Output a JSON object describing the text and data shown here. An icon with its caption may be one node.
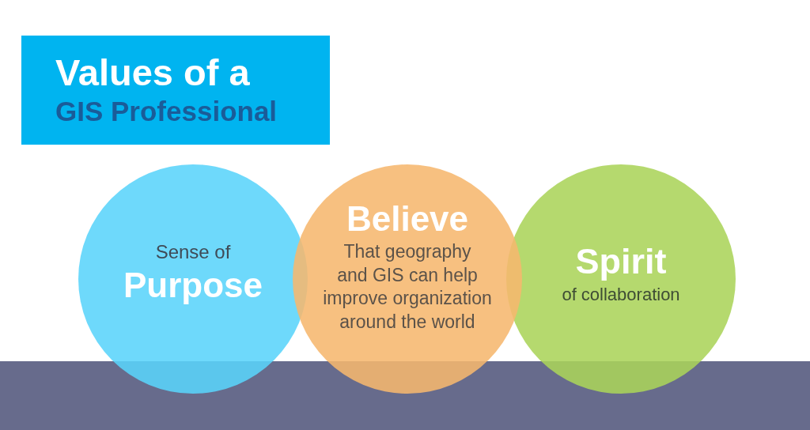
{
  "diagram": {
    "title": "Values of a GIS Professional",
    "nodes": [
      {
        "text": [
          "Sense of",
          "Purpose"
        ]
      },
      {
        "text": [
          "Believe",
          "That geography and GIS can help improve organization around the world"
        ]
      },
      {
        "text": [
          "Spirit",
          "of collaboration"
        ]
      }
    ]
  }
}
